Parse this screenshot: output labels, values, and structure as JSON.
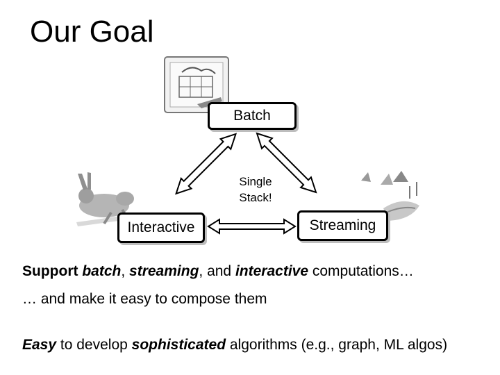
{
  "title": "Our Goal",
  "diagram": {
    "nodes": {
      "batch": "Batch",
      "interactive": "Interactive",
      "streaming": "Streaming"
    },
    "center_label": [
      "Single",
      "Stack!"
    ]
  },
  "bullets": {
    "line1": {
      "support": "Support",
      "batch": "batch",
      "sep1": ",",
      "streaming": "streaming",
      "sep2": ", and",
      "interactive": "interactive",
      "rest": "computations…"
    },
    "line2": "… and make it easy to compose them",
    "line3": {
      "easy": "Easy",
      "mid": "to develop",
      "sophisticated": "sophisticated",
      "rest": "algorithms (e.g., graph, ML algos)"
    }
  }
}
